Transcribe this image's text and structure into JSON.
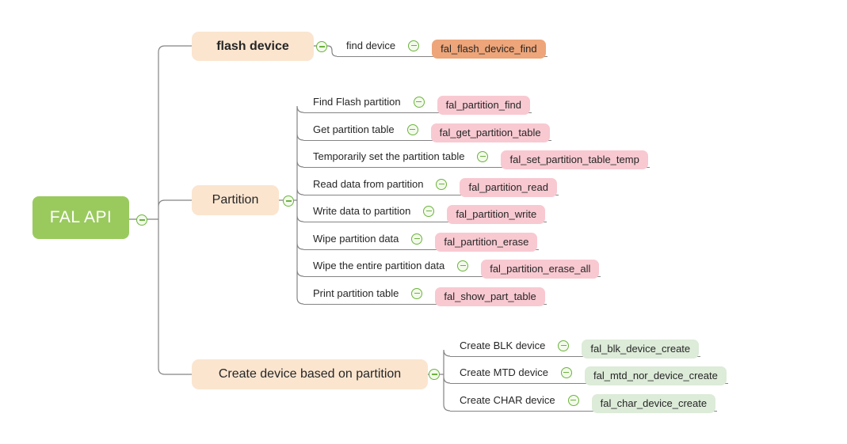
{
  "root": {
    "label": "FAL API"
  },
  "branches": [
    {
      "label": "flash device",
      "children": [
        {
          "label": "find device",
          "func": "fal_flash_device_find"
        }
      ]
    },
    {
      "label": "Partition",
      "children": [
        {
          "label": "Find Flash partition",
          "func": "fal_partition_find"
        },
        {
          "label": "Get partition table",
          "func": "fal_get_partition_table"
        },
        {
          "label": "Temporarily set the partition table",
          "func": "fal_set_partition_table_temp"
        },
        {
          "label": "Read data from partition",
          "func": "fal_partition_read"
        },
        {
          "label": "Write data to partition",
          "func": "fal_partition_write"
        },
        {
          "label": "Wipe partition data",
          "func": "fal_partition_erase"
        },
        {
          "label": "Wipe the entire partition data",
          "func": "fal_partition_erase_all"
        },
        {
          "label": "Print partition table",
          "func": "fal_show_part_table"
        }
      ]
    },
    {
      "label": "Create device based on partition",
      "children": [
        {
          "label": "Create BLK device",
          "func": "fal_blk_device_create"
        },
        {
          "label": "Create MTD device",
          "func": "fal_mtd_nor_device_create"
        },
        {
          "label": "Create CHAR device",
          "func": "fal_char_device_create"
        }
      ]
    }
  ],
  "icons": {
    "collapse": "minus-circle"
  },
  "colors": {
    "root_bg": "#9aca5e",
    "branch_bg": "#fbe5cf",
    "orange_pill": "#eda579",
    "pink_pill": "#f8c9d1",
    "green_pill": "#ddebd9",
    "line": "#848484",
    "icon_green": "#6cb33e"
  }
}
